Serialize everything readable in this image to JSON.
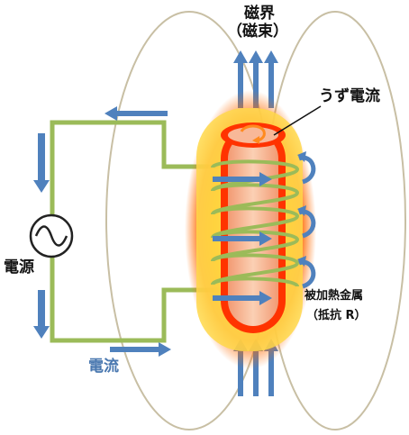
{
  "labels": {
    "magnetic_field": "磁界",
    "magnetic_flux": "（磁束）",
    "eddy_current": "うず電流",
    "power_source": "電源",
    "current": "電流",
    "workpiece": "被加熱金属",
    "resistance": "（抵抗 R）"
  },
  "colors": {
    "field_line": "#c8bfa4",
    "wire": "#9bbb59",
    "arrow": "#4f81bd",
    "glow_outer": "#ff6a00",
    "glow_inner": "#ffd84a",
    "workpiece_body": "#f7c2a0",
    "workpiece_rim": "#ff3300"
  },
  "icons": {
    "power_source_symbol": "ac-source-icon"
  }
}
